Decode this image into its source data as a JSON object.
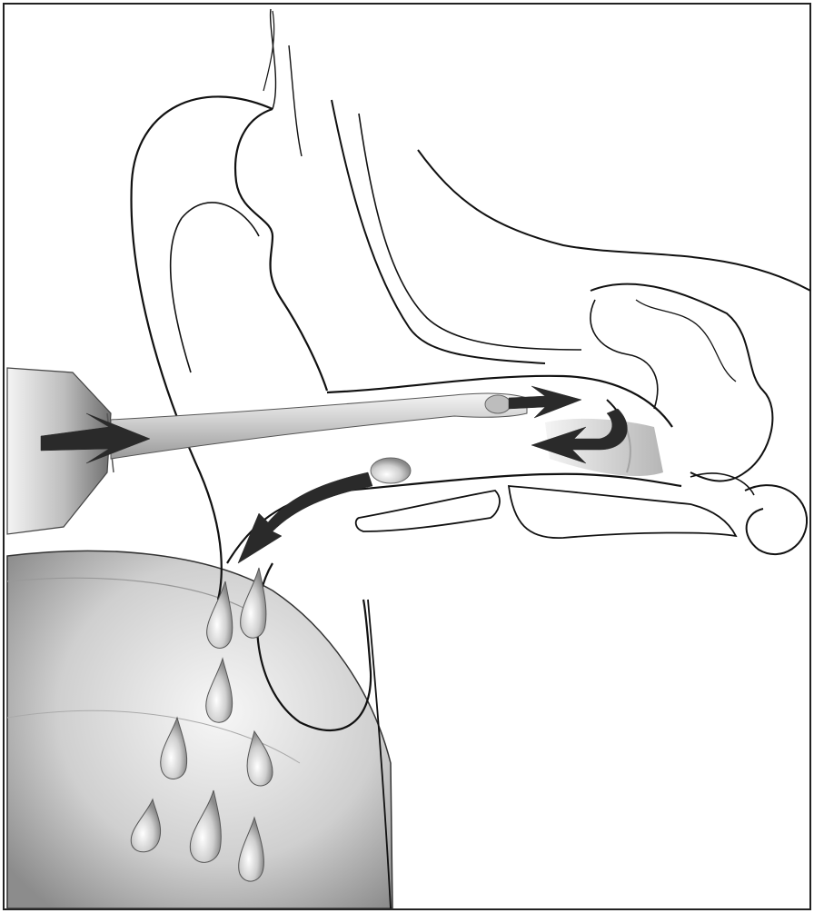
{
  "illustration": {
    "labels": [],
    "elements": [
      "syringe-nozzle",
      "water-stream-in",
      "ear-canal",
      "eardrum",
      "middle-ear",
      "inner-ear-cochlea",
      "water-return-flow",
      "water-droplets",
      "collection-basin"
    ],
    "colors": {
      "outline": "#111111",
      "frame": "#222222",
      "arrow_dark": "#2a2a2a",
      "water_light": "#e6e6e6",
      "water_mid": "#9a9a9a",
      "basin_light": "#f2f2f2",
      "basin_dark": "#8c8c8c"
    },
    "flow_direction": [
      "in-through-canal",
      "reflect-off-eardrum",
      "out-and-down-into-basin"
    ]
  }
}
